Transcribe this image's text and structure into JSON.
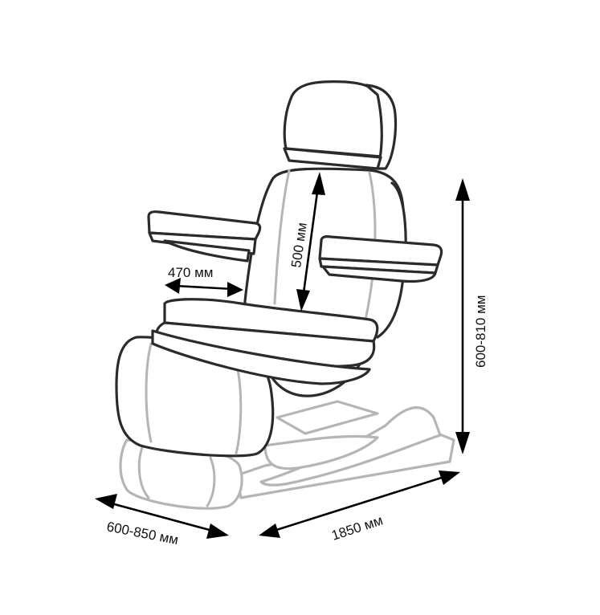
{
  "dimensions": {
    "seat_width": "470 мм",
    "backrest_height": "500 мм",
    "seat_height": "600-810 мм",
    "width": "600-850 мм",
    "length": "1850 мм"
  },
  "colors": {
    "outline": "#2b2b2b",
    "light_outline": "#b5b5b5",
    "arrows": "#000000",
    "background": "#ffffff"
  }
}
